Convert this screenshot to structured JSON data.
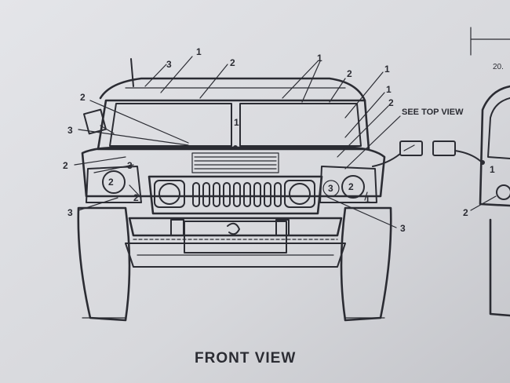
{
  "caption": "FRONT VIEW",
  "callout_see_top": "SEE TOP VIEW",
  "dimension": "20.",
  "labels": {
    "l1": "1",
    "l2": "2",
    "l3": "3"
  },
  "colors": {
    "paper": "#d9dade",
    "ink": "#2b2c33"
  }
}
